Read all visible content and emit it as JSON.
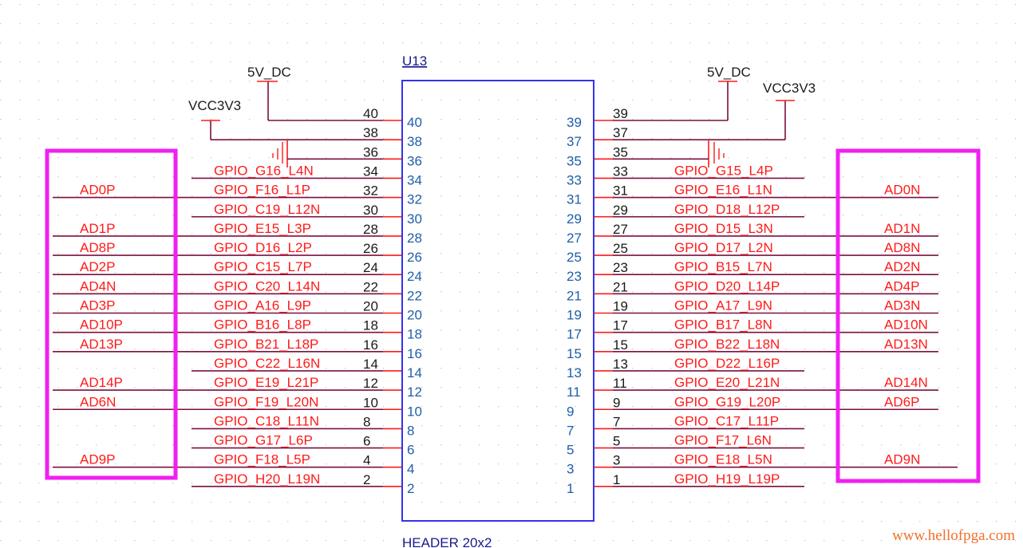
{
  "schematic": {
    "component": {
      "ref": "U13",
      "value": "HEADER 20x2",
      "colors": {
        "body": "#3333ee",
        "pin_line": "#ff1a1a",
        "wire": "#7a1040",
        "net_label": "#ff1a1a",
        "highlight_box": "#f020f0"
      }
    },
    "power": {
      "left": [
        {
          "net": "5V_DC",
          "pin": "40"
        },
        {
          "net": "VCC3V3",
          "pin": "38"
        }
      ],
      "right": [
        {
          "net": "5V_DC",
          "pin": "39"
        },
        {
          "net": "VCC3V3",
          "pin": "37"
        }
      ],
      "ground_pins_left": "36",
      "ground_pins_right": "35"
    },
    "left_pins": [
      {
        "pin": "40",
        "net": "",
        "adc": ""
      },
      {
        "pin": "38",
        "net": "",
        "adc": ""
      },
      {
        "pin": "36",
        "net": "",
        "adc": ""
      },
      {
        "pin": "34",
        "net": "GPIO_G16_L4N",
        "adc": ""
      },
      {
        "pin": "32",
        "net": "GPIO_F16_L1P",
        "adc": "AD0P"
      },
      {
        "pin": "30",
        "net": "GPIO_C19_L12N",
        "adc": ""
      },
      {
        "pin": "28",
        "net": "GPIO_E15_L3P",
        "adc": "AD1P"
      },
      {
        "pin": "26",
        "net": "GPIO_D16_L2P",
        "adc": "AD8P"
      },
      {
        "pin": "24",
        "net": "GPIO_C15_L7P",
        "adc": "AD2P"
      },
      {
        "pin": "22",
        "net": "GPIO_C20_L14N",
        "adc": "AD4N"
      },
      {
        "pin": "20",
        "net": "GPIO_A16_L9P",
        "adc": "AD3P"
      },
      {
        "pin": "18",
        "net": "GPIO_B16_L8P",
        "adc": "AD10P"
      },
      {
        "pin": "16",
        "net": "GPIO_B21_L18P",
        "adc": "AD13P"
      },
      {
        "pin": "14",
        "net": "GPIO_C22_L16N",
        "adc": ""
      },
      {
        "pin": "12",
        "net": "GPIO_E19_L21P",
        "adc": "AD14P"
      },
      {
        "pin": "10",
        "net": "GPIO_F19_L20N",
        "adc": "AD6N"
      },
      {
        "pin": "8",
        "net": "GPIO_C18_L11N",
        "adc": ""
      },
      {
        "pin": "6",
        "net": "GPIO_G17_L6P",
        "adc": ""
      },
      {
        "pin": "4",
        "net": "GPIO_F18_L5P",
        "adc": "AD9P"
      },
      {
        "pin": "2",
        "net": "GPIO_H20_L19N",
        "adc": ""
      }
    ],
    "right_pins": [
      {
        "pin": "39",
        "net": "",
        "adc": ""
      },
      {
        "pin": "37",
        "net": "",
        "adc": ""
      },
      {
        "pin": "35",
        "net": "",
        "adc": ""
      },
      {
        "pin": "33",
        "net": "GPIO_G15_L4P",
        "adc": ""
      },
      {
        "pin": "31",
        "net": "GPIO_E16_L1N",
        "adc": "AD0N"
      },
      {
        "pin": "29",
        "net": "GPIO_D18_L12P",
        "adc": ""
      },
      {
        "pin": "27",
        "net": "GPIO_D15_L3N",
        "adc": "AD1N"
      },
      {
        "pin": "25",
        "net": "GPIO_D17_L2N",
        "adc": "AD8N"
      },
      {
        "pin": "23",
        "net": "GPIO_B15_L7N",
        "adc": "AD2N"
      },
      {
        "pin": "21",
        "net": "GPIO_D20_L14P",
        "adc": "AD4P"
      },
      {
        "pin": "19",
        "net": "GPIO_A17_L9N",
        "adc": "AD3N"
      },
      {
        "pin": "17",
        "net": "GPIO_B17_L8N",
        "adc": "AD10N"
      },
      {
        "pin": "15",
        "net": "GPIO_B22_L18N",
        "adc": "AD13N"
      },
      {
        "pin": "13",
        "net": "GPIO_D22_L16P",
        "adc": ""
      },
      {
        "pin": "11",
        "net": "GPIO_E20_L21N",
        "adc": "AD14N"
      },
      {
        "pin": "9",
        "net": "GPIO_G19_L20P",
        "adc": "AD6P"
      },
      {
        "pin": "7",
        "net": "GPIO_C17_L11P",
        "adc": ""
      },
      {
        "pin": "5",
        "net": "GPIO_F17_L6N",
        "adc": ""
      },
      {
        "pin": "3",
        "net": "GPIO_E18_L5N",
        "adc": "AD9N"
      },
      {
        "pin": "1",
        "net": "GPIO_H19_L19P",
        "adc": ""
      }
    ]
  },
  "watermark": "www.hellofpga.com"
}
